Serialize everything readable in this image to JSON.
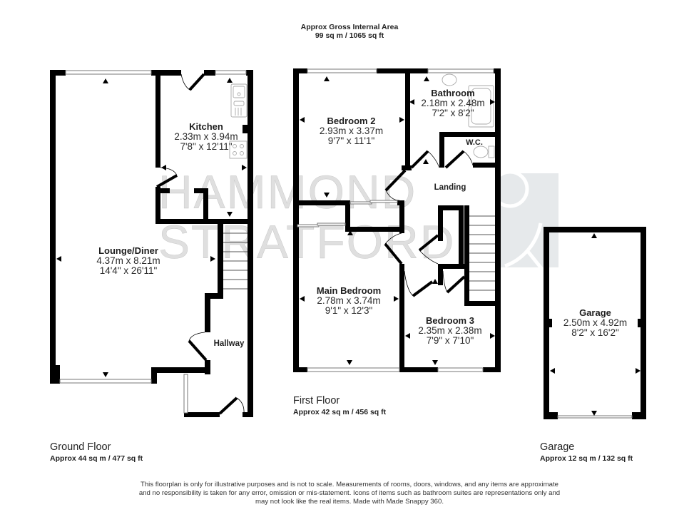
{
  "header": {
    "title": "Approx Gross Internal Area",
    "area": "99 sq m / 1065 sq ft"
  },
  "watermark": {
    "line1": "HAMMOND",
    "line2": "STRATFORD"
  },
  "floors": {
    "ground": {
      "label": "Ground Floor",
      "area": "Approx 44 sq m / 477 sq ft",
      "rooms": [
        {
          "name": "Kitchen",
          "metric": "2.33m x 3.94m",
          "imperial": "7'8\" x 12'11\""
        },
        {
          "name": "Lounge/Diner",
          "metric": "4.37m x 8.21m",
          "imperial": "14'4\" x 26'11\""
        },
        {
          "name": "Hallway"
        }
      ]
    },
    "first": {
      "label": "First Floor",
      "area": "Approx 42 sq m / 456 sq ft",
      "rooms": [
        {
          "name": "Bedroom 2",
          "metric": "2.93m x 3.37m",
          "imperial": "9'7\" x 11'1\""
        },
        {
          "name": "Bathroom",
          "metric": "2.18m x 2.48m",
          "imperial": "7'2\" x 8'2\""
        },
        {
          "name": "W.C."
        },
        {
          "name": "Landing"
        },
        {
          "name": "Main Bedroom",
          "metric": "2.78m x 3.74m",
          "imperial": "9'1\" x 12'3\""
        },
        {
          "name": "Bedroom 3",
          "metric": "2.35m x 2.38m",
          "imperial": "7'9\" x 7'10\""
        }
      ]
    },
    "garage": {
      "label": "Garage",
      "area": "Approx 12 sq m / 132 sq ft",
      "rooms": [
        {
          "name": "Garage",
          "metric": "2.50m x 4.92m",
          "imperial": "8'2\" x 16'2\""
        }
      ]
    }
  },
  "disclaimer": {
    "line1": "This floorplan is only for illustrative purposes and is not to scale. Measurements of rooms, doors, windows, and any items are approximate",
    "line2": "and no responsibility is taken for any error, omission or mis-statement. Icons of items such as bathroom suites are representations only and",
    "line3": "may not look like the real items. Made with Made Snappy 360."
  },
  "colors": {
    "wall": "#000000",
    "watermark_block": "#e6e9eb",
    "text": "#222222"
  }
}
